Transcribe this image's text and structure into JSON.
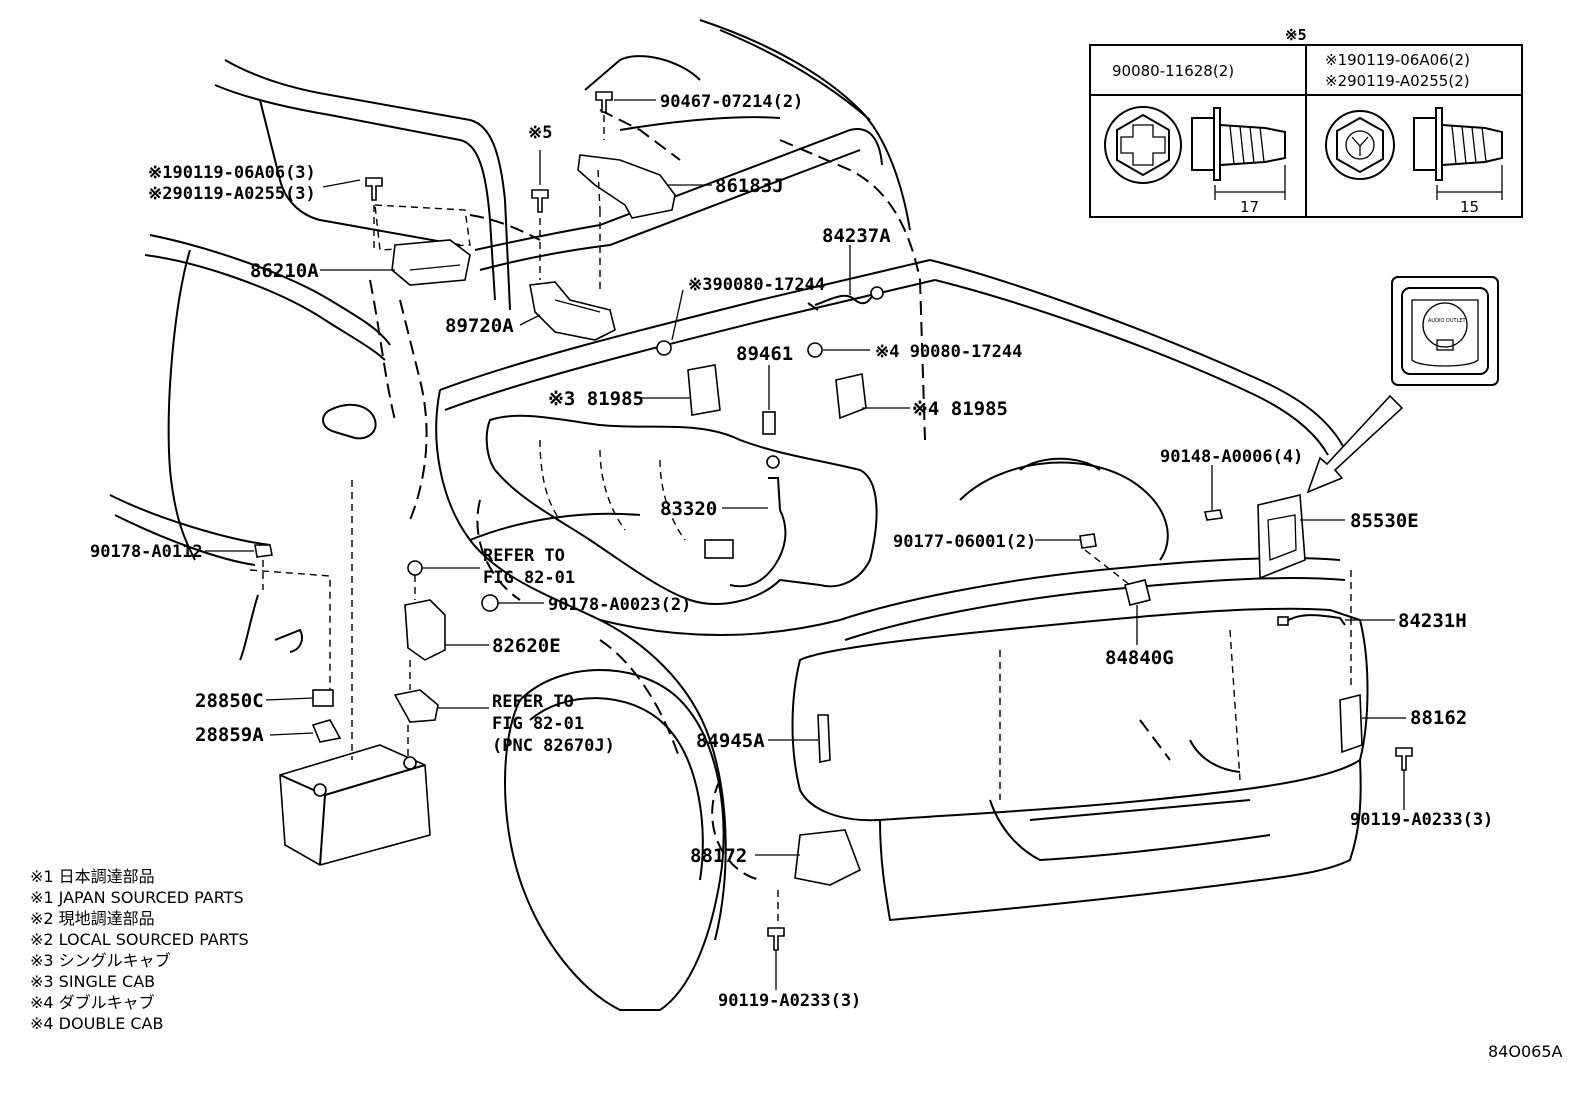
{
  "callouts": [
    {
      "id": "c1",
      "text": "90467-07214(2)"
    },
    {
      "id": "c2",
      "text": "86183J"
    },
    {
      "id": "c3",
      "text": "※5"
    },
    {
      "id": "c4a",
      "text": "※190119-06A06(3)"
    },
    {
      "id": "c4b",
      "text": "※290119-A0255(3)"
    },
    {
      "id": "c5",
      "text": "86210A"
    },
    {
      "id": "c6",
      "text": "84237A"
    },
    {
      "id": "c7",
      "text": "※390080-17244"
    },
    {
      "id": "c8",
      "text": "89720A"
    },
    {
      "id": "c9",
      "text": "89461"
    },
    {
      "id": "c10",
      "text": "※4 90080-17244"
    },
    {
      "id": "c11",
      "text": "※3 81985"
    },
    {
      "id": "c12",
      "text": "※4 81985"
    },
    {
      "id": "c13",
      "text": "90148-A0006(4)"
    },
    {
      "id": "c14",
      "text": "83320"
    },
    {
      "id": "c15",
      "text": "85530E"
    },
    {
      "id": "c16",
      "text": "90177-06001(2)"
    },
    {
      "id": "c17",
      "text": "90178-A0112"
    },
    {
      "id": "c18a",
      "text": "REFER TO"
    },
    {
      "id": "c18b",
      "text": "FIG 82-01"
    },
    {
      "id": "c19",
      "text": "90178-A0023(2)"
    },
    {
      "id": "c20",
      "text": "84231H"
    },
    {
      "id": "c21",
      "text": "82620E"
    },
    {
      "id": "c22",
      "text": "84840G"
    },
    {
      "id": "c23",
      "text": "28850C"
    },
    {
      "id": "c24a",
      "text": "REFER TO"
    },
    {
      "id": "c24b",
      "text": "FIG 82-01"
    },
    {
      "id": "c24c",
      "text": "(PNC 82670J)"
    },
    {
      "id": "c25",
      "text": "88162"
    },
    {
      "id": "c26",
      "text": "28859A"
    },
    {
      "id": "c27",
      "text": "84945A"
    },
    {
      "id": "c28",
      "text": "90119-A0233(3)"
    },
    {
      "id": "c29",
      "text": "88172"
    },
    {
      "id": "c30",
      "text": "90119-A0233(3)"
    }
  ],
  "inset": {
    "header": "※5",
    "left_code": "90080-11628(2)",
    "right_code_1": "※190119-06A06(2)",
    "right_code_2": "※290119-A0255(2)",
    "left_dim": "17",
    "right_dim": "15"
  },
  "legend": [
    "※1 日本調達部品",
    "※1 JAPAN SOURCED PARTS",
    "※2 現地調達部品",
    "※2 LOCAL SOURCED PARTS",
    "※3 シングルキャブ",
    "※3 SINGLE CAB",
    "※4 ダブルキャブ",
    "※4 DOUBLE CAB"
  ],
  "figure_code": "84O065A",
  "battery_socket_text": "AUDIO OUTLET"
}
